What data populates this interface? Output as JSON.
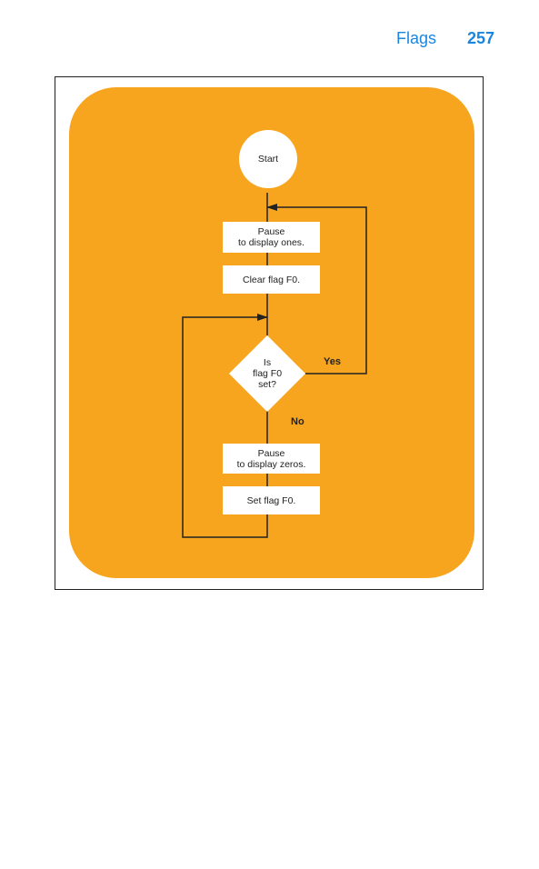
{
  "header": {
    "section_title": "Flags",
    "page_number": "257"
  },
  "flowchart": {
    "start": "Start",
    "pause_ones": [
      "Pause",
      "to display ones."
    ],
    "clear_flag": "Clear flag F0.",
    "decision": [
      "Is",
      "flag F0",
      "set?"
    ],
    "yes_label": "Yes",
    "no_label": "No",
    "pause_zeros": [
      "Pause",
      "to display zeros."
    ],
    "set_flag": "Set flag F0."
  },
  "colors": {
    "panel": "#f7a51e",
    "header_text": "#1a86e0"
  }
}
